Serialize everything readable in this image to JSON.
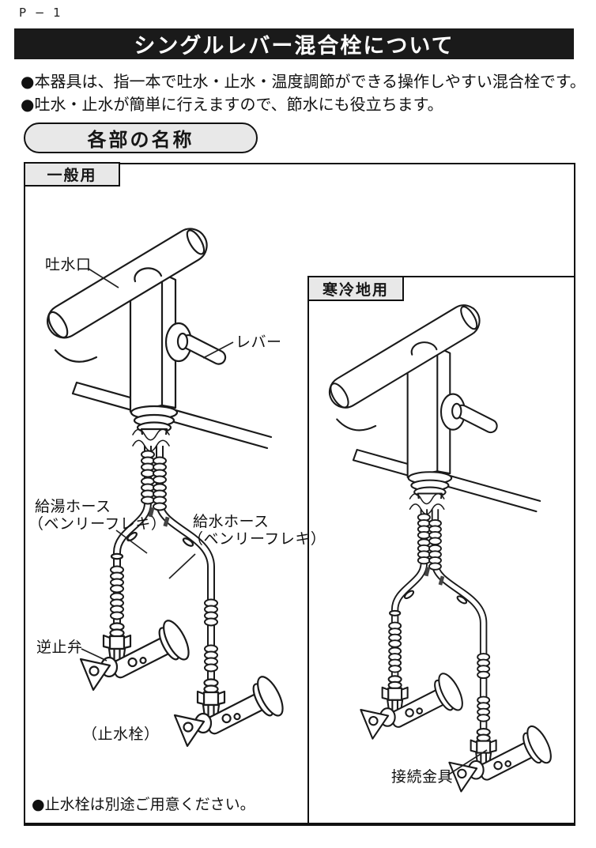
{
  "page": {
    "number": "P − 1"
  },
  "title_bar": {
    "text": "シングルレバー混合栓について",
    "bg": "#1a1a1a",
    "fg": "#ffffff"
  },
  "intro": {
    "bullets": [
      "●本器具は、指一本で吐水・止水・温度調節ができる操作しやすい混合栓です。",
      "●吐水・止水が簡単に行えますので、節水にも役立ちます。"
    ]
  },
  "section": {
    "title": "各部の名称"
  },
  "diagram": {
    "general": {
      "tab": "一般用",
      "labels": {
        "spout": "吐水口",
        "lever": "レバー",
        "hot_hose_line1": "給湯ホース",
        "hot_hose_line2": "（ベンリーフレキ）",
        "supply_hose_line1": "給水ホース",
        "supply_hose_line2": "（ベンリーフレキ）",
        "check_valve": "逆止弁",
        "stop_valve": "（止水栓）"
      },
      "note": "●止水栓は別途ご用意ください。"
    },
    "cold": {
      "tab": "寒冷地用",
      "labels": {
        "fitting": "接続金具"
      }
    }
  },
  "colors": {
    "label_bg": "#e8e8e8",
    "line": "#1a1a1a"
  }
}
